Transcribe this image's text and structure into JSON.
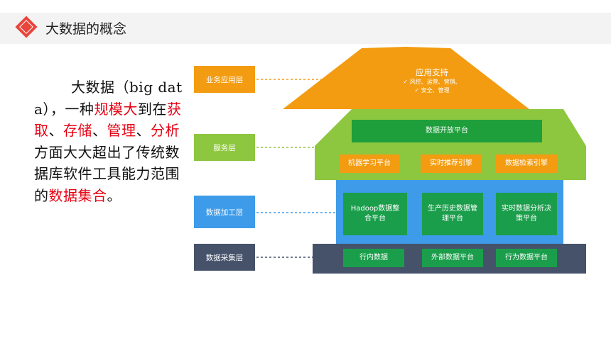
{
  "header": {
    "title": "大数据的概念"
  },
  "description": {
    "parts": [
      {
        "text": "大数据（big data），一种",
        "highlight": false
      },
      {
        "text": "规模大",
        "highlight": true
      },
      {
        "text": "到在",
        "highlight": false
      },
      {
        "text": "获取",
        "highlight": true
      },
      {
        "text": "、",
        "highlight": false
      },
      {
        "text": "存储",
        "highlight": true
      },
      {
        "text": "、",
        "highlight": false
      },
      {
        "text": "管理",
        "highlight": true
      },
      {
        "text": "、",
        "highlight": false
      },
      {
        "text": "分析",
        "highlight": true
      },
      {
        "text": "方面大大超出了传统数据库软件工具能力范围的",
        "highlight": false
      },
      {
        "text": "数据集合",
        "highlight": true
      },
      {
        "text": "。",
        "highlight": false
      }
    ]
  },
  "diagram": {
    "layers": [
      {
        "label": "业务应用层",
        "color": "#f39c12"
      },
      {
        "label": "服务层",
        "color": "#8dc63f"
      },
      {
        "label": "数据加工层",
        "color": "#3d9be9"
      },
      {
        "label": "数据采集层",
        "color": "#45526a"
      }
    ],
    "roof": {
      "title": "应用支持",
      "items_line1": "✓ 风控、运营、营销、",
      "items_line2": "✓ 安全、管理"
    },
    "service": {
      "top": "数据开放平台",
      "boxes": [
        "机器学习平台",
        "实时推荐引擎",
        "数据检索引擎"
      ]
    },
    "processing": {
      "boxes": [
        "Hadoop数据整合平台",
        "生产历史数据管理平台",
        "实时数据分析决策平台"
      ]
    },
    "collection": {
      "boxes": [
        "行内数据",
        "外部数据平台",
        "行为数据平台"
      ]
    },
    "colors": {
      "orange": "#f39c12",
      "light_green": "#8dc63f",
      "dark_green": "#1f9e3c",
      "blue": "#3d9be9",
      "slate": "#45526a",
      "highlight_red": "#e60012"
    }
  }
}
